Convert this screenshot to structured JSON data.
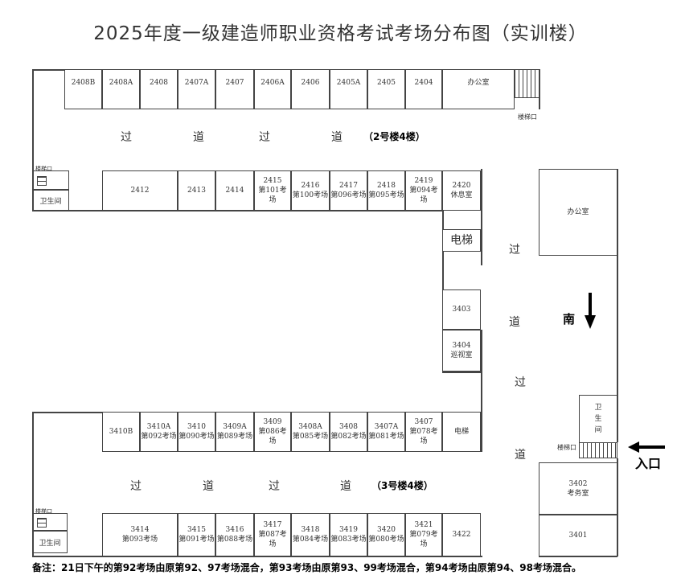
{
  "title": "2025年度一级建造师职业资格考试考场分布图（实训楼）",
  "building2": {
    "label": "（2号楼4楼）",
    "corridor": [
      "过",
      "道",
      "过",
      "道"
    ],
    "top_rooms": [
      {
        "id": "2408B"
      },
      {
        "id": "2408A"
      },
      {
        "id": "2408"
      },
      {
        "id": "2407A"
      },
      {
        "id": "2407"
      },
      {
        "id": "2406A"
      },
      {
        "id": "2406"
      },
      {
        "id": "2405A"
      },
      {
        "id": "2405"
      },
      {
        "id": "2404"
      },
      {
        "id": "办公室"
      }
    ],
    "bottom_rooms": [
      {
        "id": "2412"
      },
      {
        "id": "2413"
      },
      {
        "id": "2414"
      },
      {
        "id": "2415",
        "exam": "第101考场"
      },
      {
        "id": "2416",
        "exam": "第100考场"
      },
      {
        "id": "2417",
        "exam": "第096考场"
      },
      {
        "id": "2418",
        "exam": "第095考场"
      },
      {
        "id": "2419",
        "exam": "第094考场"
      },
      {
        "id": "2420",
        "exam": "休息室"
      }
    ],
    "stairs_label": "楼梯口",
    "toilet_label": "卫生间",
    "top_stairs_label": "楼梯口"
  },
  "connector": {
    "elevator": "电梯",
    "rooms": [
      {
        "id": "3403"
      },
      {
        "id": "3404",
        "exam": "巡视室"
      }
    ],
    "corridor": [
      "过",
      "道",
      "过",
      "道"
    ]
  },
  "building3": {
    "label": "（3号楼4楼）",
    "corridor": [
      "过",
      "道",
      "过",
      "道"
    ],
    "top_rooms": [
      {
        "id": "3410B"
      },
      {
        "id": "3410A",
        "exam": "第092考场"
      },
      {
        "id": "3410",
        "exam": "第090考场"
      },
      {
        "id": "3409A",
        "exam": "第089考场"
      },
      {
        "id": "3409",
        "exam": "第086考场"
      },
      {
        "id": "3408A",
        "exam": "第085考场"
      },
      {
        "id": "3408",
        "exam": "第082考场"
      },
      {
        "id": "3407A",
        "exam": "第081考场"
      },
      {
        "id": "3407",
        "exam": "第078考场"
      },
      {
        "id": "电梯"
      }
    ],
    "bottom_rooms": [
      {
        "id": "3414",
        "exam": "第093考场"
      },
      {
        "id": "3415",
        "exam": "第091考场"
      },
      {
        "id": "3416",
        "exam": "第088考场"
      },
      {
        "id": "3417",
        "exam": "第087考场"
      },
      {
        "id": "3418",
        "exam": "第084考场"
      },
      {
        "id": "3419",
        "exam": "第083考场"
      },
      {
        "id": "3420",
        "exam": "第080考场"
      },
      {
        "id": "3421",
        "exam": "第079考场"
      },
      {
        "id": "3422"
      }
    ],
    "stairs_label": "楼梯口",
    "toilet_label": "卫生间"
  },
  "east_wing": {
    "office": "办公室",
    "south": "南",
    "toilet": "卫生间",
    "stairs_label": "楼梯口",
    "entrance": "入口",
    "rooms": [
      {
        "id": "3402",
        "exam": "考务室"
      },
      {
        "id": "3401"
      }
    ]
  },
  "note": "备注：21日下午的第92考场由原第92、97考场混合，第93考场由原第93、99考场混合，第94考场由原第94、98考场混合。"
}
